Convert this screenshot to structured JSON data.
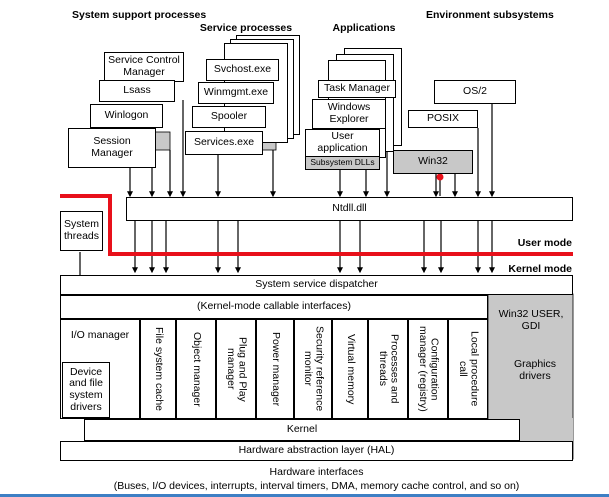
{
  "headers": {
    "system_support": "System support processes",
    "service_processes": "Service processes",
    "applications": "Applications",
    "environment": "Environment subsystems"
  },
  "system_support": [
    "Service Control Manager",
    "Lsass",
    "Winlogon",
    "Session Manager"
  ],
  "services": [
    "Svchost.exe",
    "Winmgmt.exe",
    "Spooler",
    "Services.exe"
  ],
  "applications": [
    "Task Manager",
    "Windows Explorer",
    "User application",
    "Subsystem DLLs"
  ],
  "environment": [
    "OS/2",
    "POSIX",
    "Win32"
  ],
  "ntdll": "Ntdll.dll",
  "system_threads": "System threads",
  "user_mode": "User mode",
  "kernel_mode": "Kernel mode",
  "dispatcher": "System service dispatcher",
  "callable": "(Kernel-mode callable interfaces)",
  "win32_user": "Win32 USER, GDI",
  "graphics": "Graphics drivers",
  "io_manager": "I/O manager",
  "device_drivers": "Device and file system drivers",
  "executive": [
    "File system cache",
    "Object manager",
    "Plug and Play manager",
    "Power manager",
    "Security reference monitor",
    "Virtual memory",
    "Processes and threads",
    "Configuration manager (registry)",
    "Local procedure call"
  ],
  "kernel": "Kernel",
  "hal": "Hardware abstraction layer (HAL)",
  "hw_title": "Hardware interfaces",
  "hw_detail": "(Buses, I/O devices, interrupts, interval timers, DMA, memory cache control, and so on)",
  "colors": {
    "mode_line": "#e8101a",
    "shade": "#c8c8c8",
    "accent": "#3d7fc4"
  }
}
